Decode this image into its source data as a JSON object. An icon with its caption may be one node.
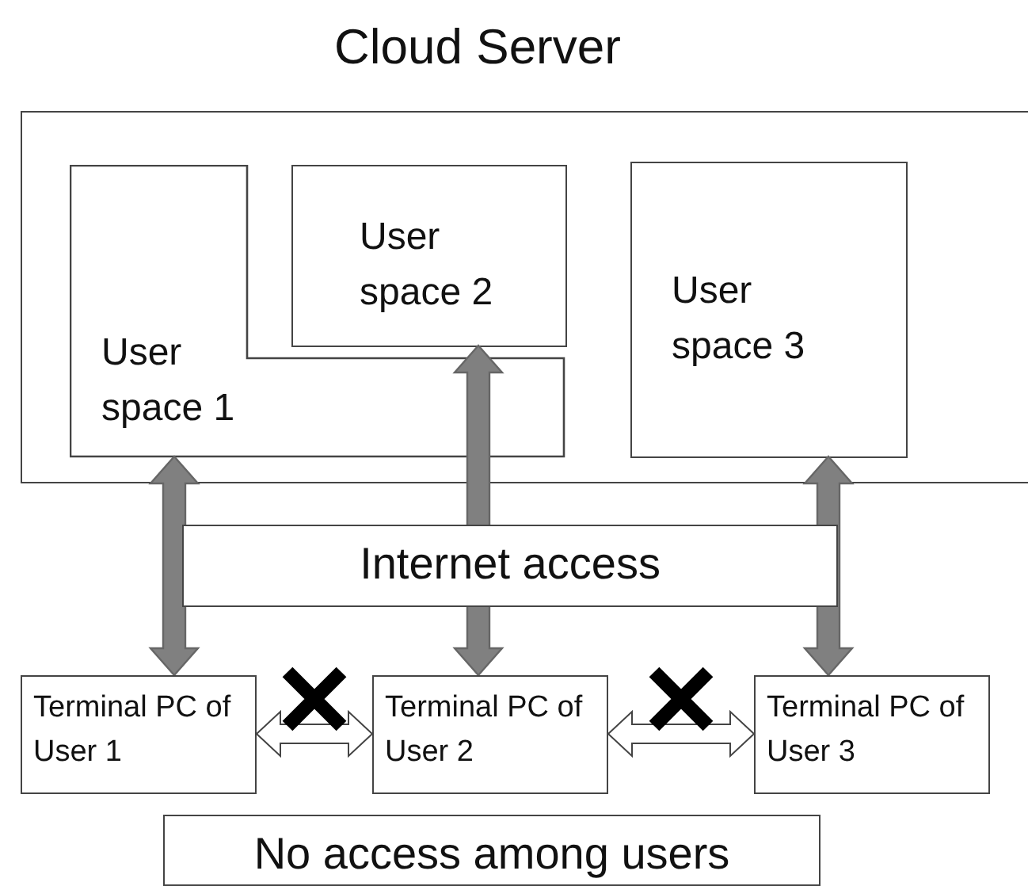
{
  "diagram": {
    "nodes": [
      {
        "text": [
          "Cloud Server"
        ]
      },
      {
        "text": [
          "User space 1"
        ],
        "in": 0
      },
      {
        "text": [
          "User space 2"
        ],
        "in": 0
      },
      {
        "text": [
          "User space 3"
        ],
        "in": 0
      },
      {
        "text": [
          "Internet access"
        ]
      },
      {
        "text": [
          "Terminal PC of User 1"
        ]
      },
      {
        "text": [
          "Terminal PC of User 2"
        ]
      },
      {
        "text": [
          "Terminal PC of User 3"
        ]
      },
      {
        "text": [
          "No access among users"
        ]
      }
    ],
    "edges": [
      {
        "from": 1,
        "to": 5,
        "arrow": "both",
        "style": "thick"
      },
      {
        "from": 2,
        "to": 6,
        "arrow": "both",
        "style": "thick"
      },
      {
        "from": 3,
        "to": 7,
        "arrow": "both",
        "style": "thick"
      },
      {
        "from": 5,
        "to": 6,
        "arrow": "both",
        "color": "#ffffff"
      },
      {
        "from": 6,
        "to": 7,
        "arrow": "both",
        "color": "#ffffff"
      }
    ]
  }
}
